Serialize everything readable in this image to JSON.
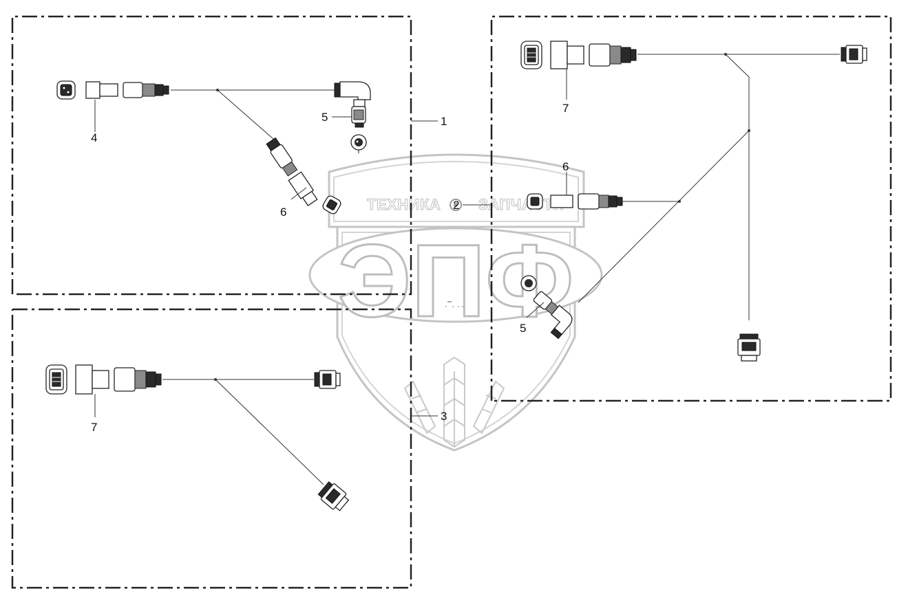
{
  "watermark": {
    "left_word": "ТЕХНИКА",
    "right_word": "ЗАПЧАСТИ",
    "logo_letters": "ЭПФ"
  },
  "callouts": {
    "group_1": "1",
    "group_2": "2",
    "group_3": "3",
    "tl_item_4": "4",
    "tl_item_5": "5",
    "tl_item_6": "6",
    "tr_item_7": "7",
    "tr_item_6": "6",
    "tr_item_5": "5",
    "bl_item_7": "7"
  }
}
